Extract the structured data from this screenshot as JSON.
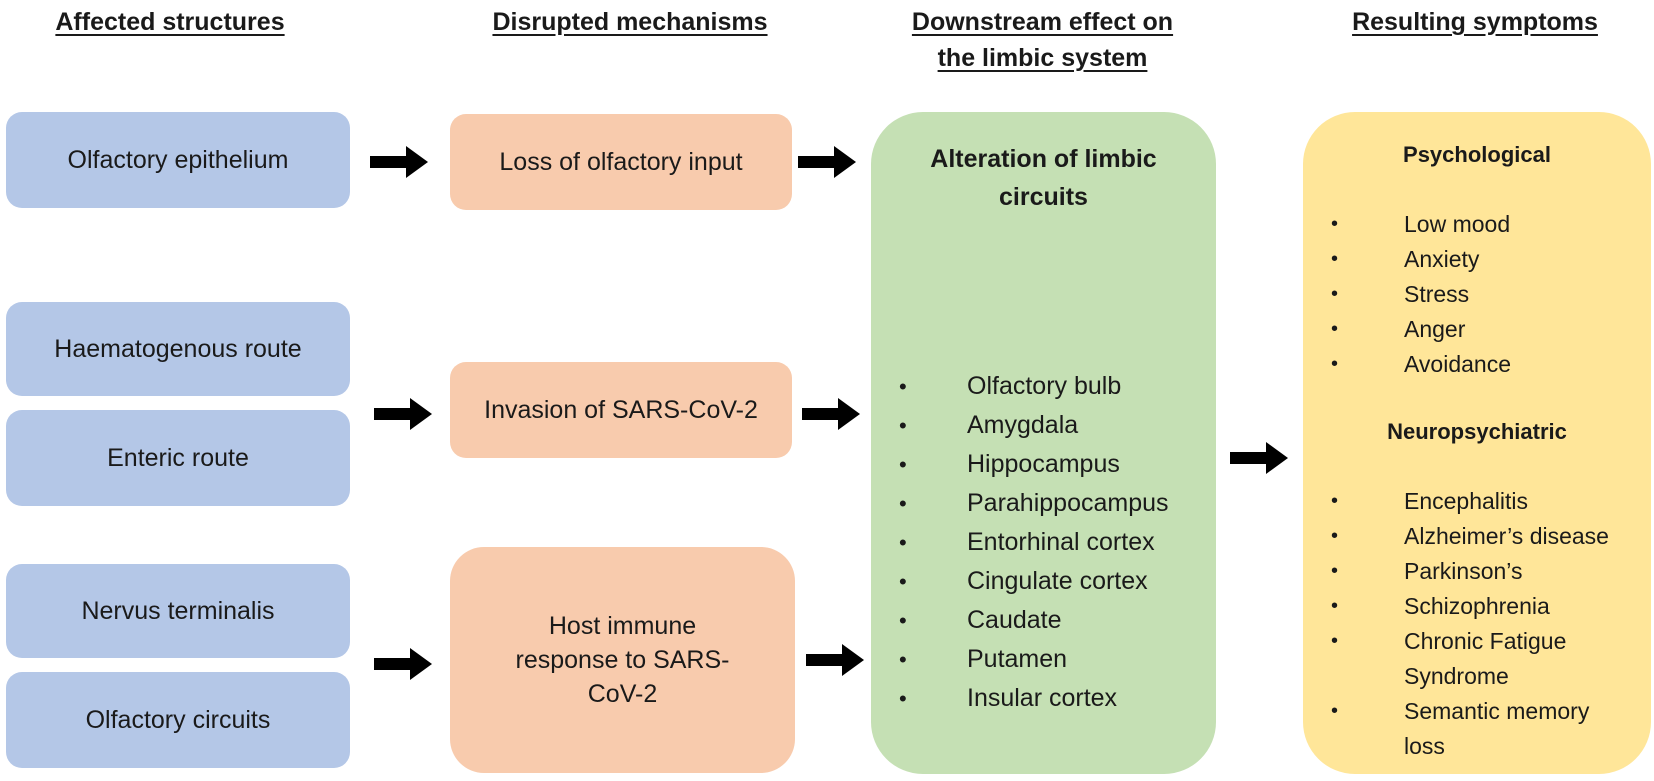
{
  "headers": {
    "affected": "Affected structures",
    "disrupted": "Disrupted mechanisms",
    "downstream_line1": "Downstream effect on",
    "downstream_line2": "the limbic system",
    "symptoms": "Resulting symptoms"
  },
  "affected_structures": [
    "Olfactory epithelium",
    "Haematogenous route",
    "Enteric route",
    "Nervus terminalis",
    "Olfactory circuits"
  ],
  "mechanisms": {
    "loss": "Loss of olfactory input",
    "invasion": "Invasion of SARS-CoV-2",
    "immune_line1": "Host immune",
    "immune_line2": "response to SARS-",
    "immune_line3": "CoV-2"
  },
  "limbic": {
    "title_line1": "Alteration of limbic",
    "title_line2": "circuits",
    "items": [
      "Olfactory bulb",
      "Amygdala",
      "Hippocampus",
      "Parahippocampus",
      "Entorhinal cortex",
      "Cingulate cortex",
      "Caudate",
      "Putamen",
      "Insular cortex"
    ]
  },
  "symptoms": {
    "psychological_title": "Psychological",
    "psychological": [
      "Low mood",
      "Anxiety",
      "Stress",
      "Anger",
      "Avoidance"
    ],
    "neuro_title": "Neuropsychiatric",
    "neuro": [
      "Encephalitis",
      "Alzheimer’s disease",
      "Parkinson’s",
      "Schizophrenia",
      "Chronic Fatigue",
      "Syndrome",
      "Semantic memory",
      "loss"
    ]
  },
  "bullet": "•",
  "colors": {
    "affected_box": "#b4c7e7",
    "mechanism_box": "#f8cbad",
    "limbic_box": "#c5e0b4",
    "symptoms_box": "#ffe699",
    "arrow": "#000000"
  }
}
